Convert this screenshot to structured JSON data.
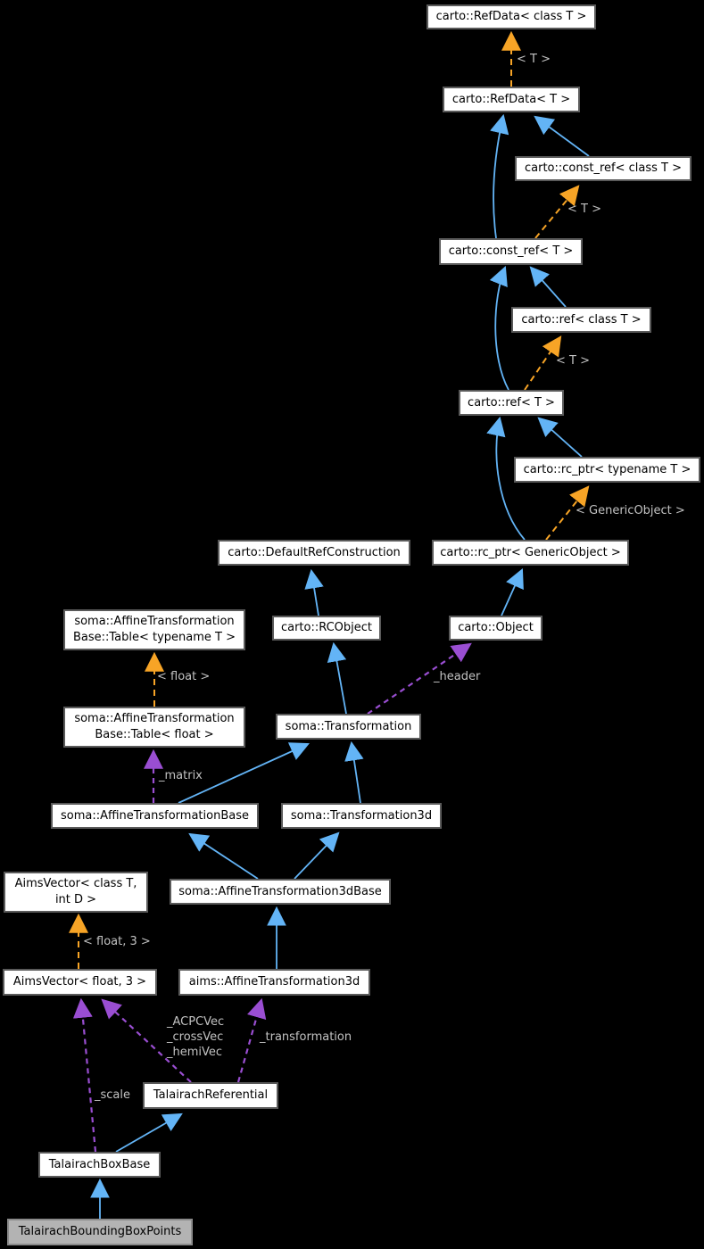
{
  "diagram": {
    "nodes": [
      {
        "id": "refdata-class-t",
        "label": "carto::RefData< class T >"
      },
      {
        "id": "refdata-t",
        "label": "carto::RefData< T >"
      },
      {
        "id": "const-ref-class-t",
        "label": "carto::const_ref< class T >"
      },
      {
        "id": "const-ref-t",
        "label": "carto::const_ref< T >"
      },
      {
        "id": "ref-class-t",
        "label": "carto::ref< class T >"
      },
      {
        "id": "ref-t",
        "label": "carto::ref< T >"
      },
      {
        "id": "rc-ptr-typename-t",
        "label": "carto::rc_ptr< typename T >"
      },
      {
        "id": "default-ref-construction",
        "label": "carto::DefaultRefConstruction"
      },
      {
        "id": "rc-ptr-generic-object",
        "label": "carto::rc_ptr< GenericObject >"
      },
      {
        "id": "affine-table-typename-t",
        "label": "soma::AffineTransformation\nBase::Table< typename T >"
      },
      {
        "id": "rc-object",
        "label": "carto::RCObject"
      },
      {
        "id": "object",
        "label": "carto::Object"
      },
      {
        "id": "affine-table-float",
        "label": "soma::AffineTransformation\nBase::Table< float >"
      },
      {
        "id": "transformation",
        "label": "soma::Transformation"
      },
      {
        "id": "affine-transformation-base",
        "label": "soma::AffineTransformationBase"
      },
      {
        "id": "transformation3d",
        "label": "soma::Transformation3d"
      },
      {
        "id": "aims-vector-class-t",
        "label": "AimsVector< class T,\nint D >"
      },
      {
        "id": "affine-transformation3d-base",
        "label": "soma::AffineTransformation3dBase"
      },
      {
        "id": "aims-vector-float-3",
        "label": "AimsVector< float, 3 >"
      },
      {
        "id": "aims-affine-transformation3d",
        "label": "aims::AffineTransformation3d"
      },
      {
        "id": "talairach-referential",
        "label": "TalairachReferential"
      },
      {
        "id": "talairach-box-base",
        "label": "TalairachBoxBase"
      },
      {
        "id": "talairach-bounding-box-points",
        "label": "TalairachBoundingBoxPoints"
      }
    ],
    "edge_labels": [
      {
        "text": "< T >"
      },
      {
        "text": "< T >"
      },
      {
        "text": "< T >"
      },
      {
        "text": "< GenericObject >"
      },
      {
        "text": "< float >"
      },
      {
        "text": "_header"
      },
      {
        "text": "_matrix"
      },
      {
        "text": "< float, 3 >"
      },
      {
        "text": "_ACPCVec\n_crossVec\n_hemiVec"
      },
      {
        "text": "_transformation"
      },
      {
        "text": "_scale"
      }
    ],
    "colors": {
      "background": "#000000",
      "node_fill": "#ffffff",
      "node_border": "#5a5a5a",
      "node_text": "#000000",
      "current_node_fill": "#b3b3b3",
      "inheritance_edge": "#63b4f6",
      "template_edge": "#f7a426",
      "member_edge": "#9a4ed2",
      "edge_label_text": "#c2c2c2"
    }
  }
}
